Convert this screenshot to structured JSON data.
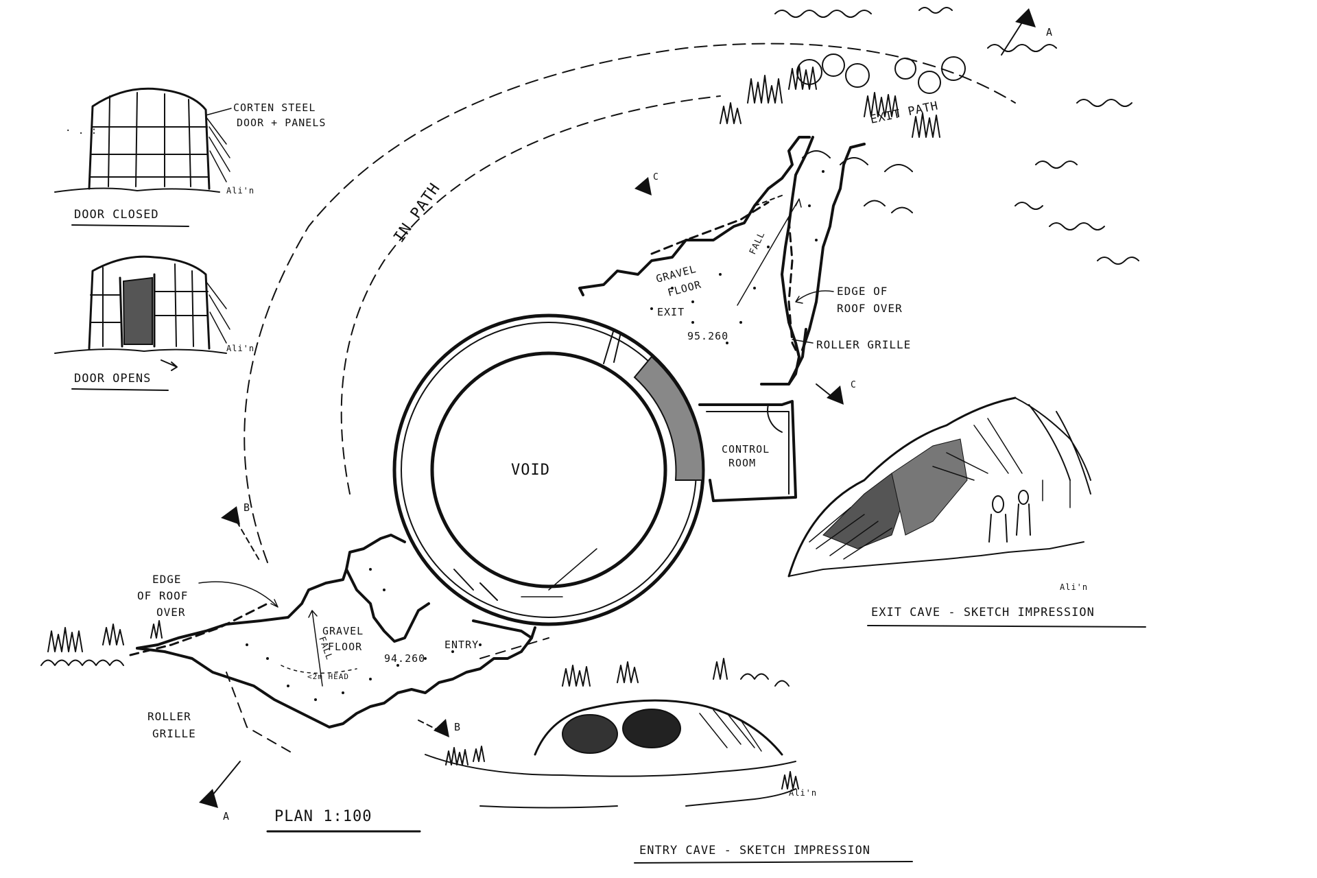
{
  "sheet": {
    "background": "#ffffff",
    "ink": "#111111",
    "plan_title": "PLAN 1:100",
    "void_label": "VOID",
    "control_room": [
      "CONTROL",
      "ROOM"
    ],
    "in_path": "IN PATH",
    "exit_path": "EXIT PATH",
    "entry": "ENTRY",
    "exit": "EXIT",
    "gravel_floor_top": [
      "GRAVEL",
      "FLOOR"
    ],
    "gravel_floor_bottom": [
      "GRAVEL",
      "FLOOR"
    ],
    "level_top": "95.260",
    "level_bottom": "94.260",
    "fall_top": "FALL",
    "fall_bottom": "FALL",
    "head_height": "<2m HEAD",
    "edge_roof_right": [
      "EDGE OF",
      "ROOF OVER"
    ],
    "edge_roof_left": [
      "EDGE",
      "OF ROOF",
      "OVER"
    ],
    "roller_grille_right": "ROLLER GRILLE",
    "roller_grille_left": [
      "ROLLER",
      "GRILLE"
    ],
    "section_a": "A",
    "section_b": "B",
    "section_c": "C"
  },
  "door_sketches": {
    "material_note": [
      "CORTEN STEEL",
      "DOOR + PANELS"
    ],
    "closed_caption": "DOOR CLOSED",
    "opens_caption": "DOOR OPENS",
    "signature": "Ali'n"
  },
  "exit_sketch": {
    "caption": "EXIT CAVE - SKETCH IMPRESSION",
    "signature": "Ali'n"
  },
  "entry_sketch": {
    "caption": "ENTRY CAVE - SKETCH IMPRESSION",
    "signature": "Ali'n"
  }
}
